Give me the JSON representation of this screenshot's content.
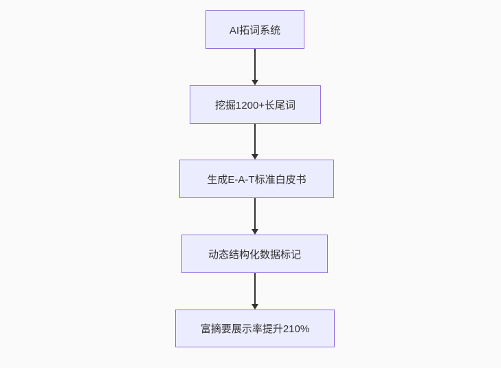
{
  "flowchart": {
    "title": "SEO AI flow diagram",
    "nodes": [
      {
        "id": "node-1",
        "label": "AI拓词系统"
      },
      {
        "id": "node-2",
        "label": "挖掘1200+长尾词"
      },
      {
        "id": "node-3",
        "label": "生成E-A-T标准白皮书"
      },
      {
        "id": "node-4",
        "label": "动态结构化数据标记"
      },
      {
        "id": "node-5",
        "label": "富摘要展示率提升210%"
      }
    ],
    "edges": [
      {
        "from": "node-1",
        "to": "node-2"
      },
      {
        "from": "node-2",
        "to": "node-3"
      },
      {
        "from": "node-3",
        "to": "node-4"
      },
      {
        "from": "node-4",
        "to": "node-5"
      }
    ],
    "colors": {
      "background": "#fafafa",
      "node_fill": "#ECECFF",
      "node_border": "#9370DB",
      "arrow": "#333333",
      "text": "#333333"
    }
  }
}
